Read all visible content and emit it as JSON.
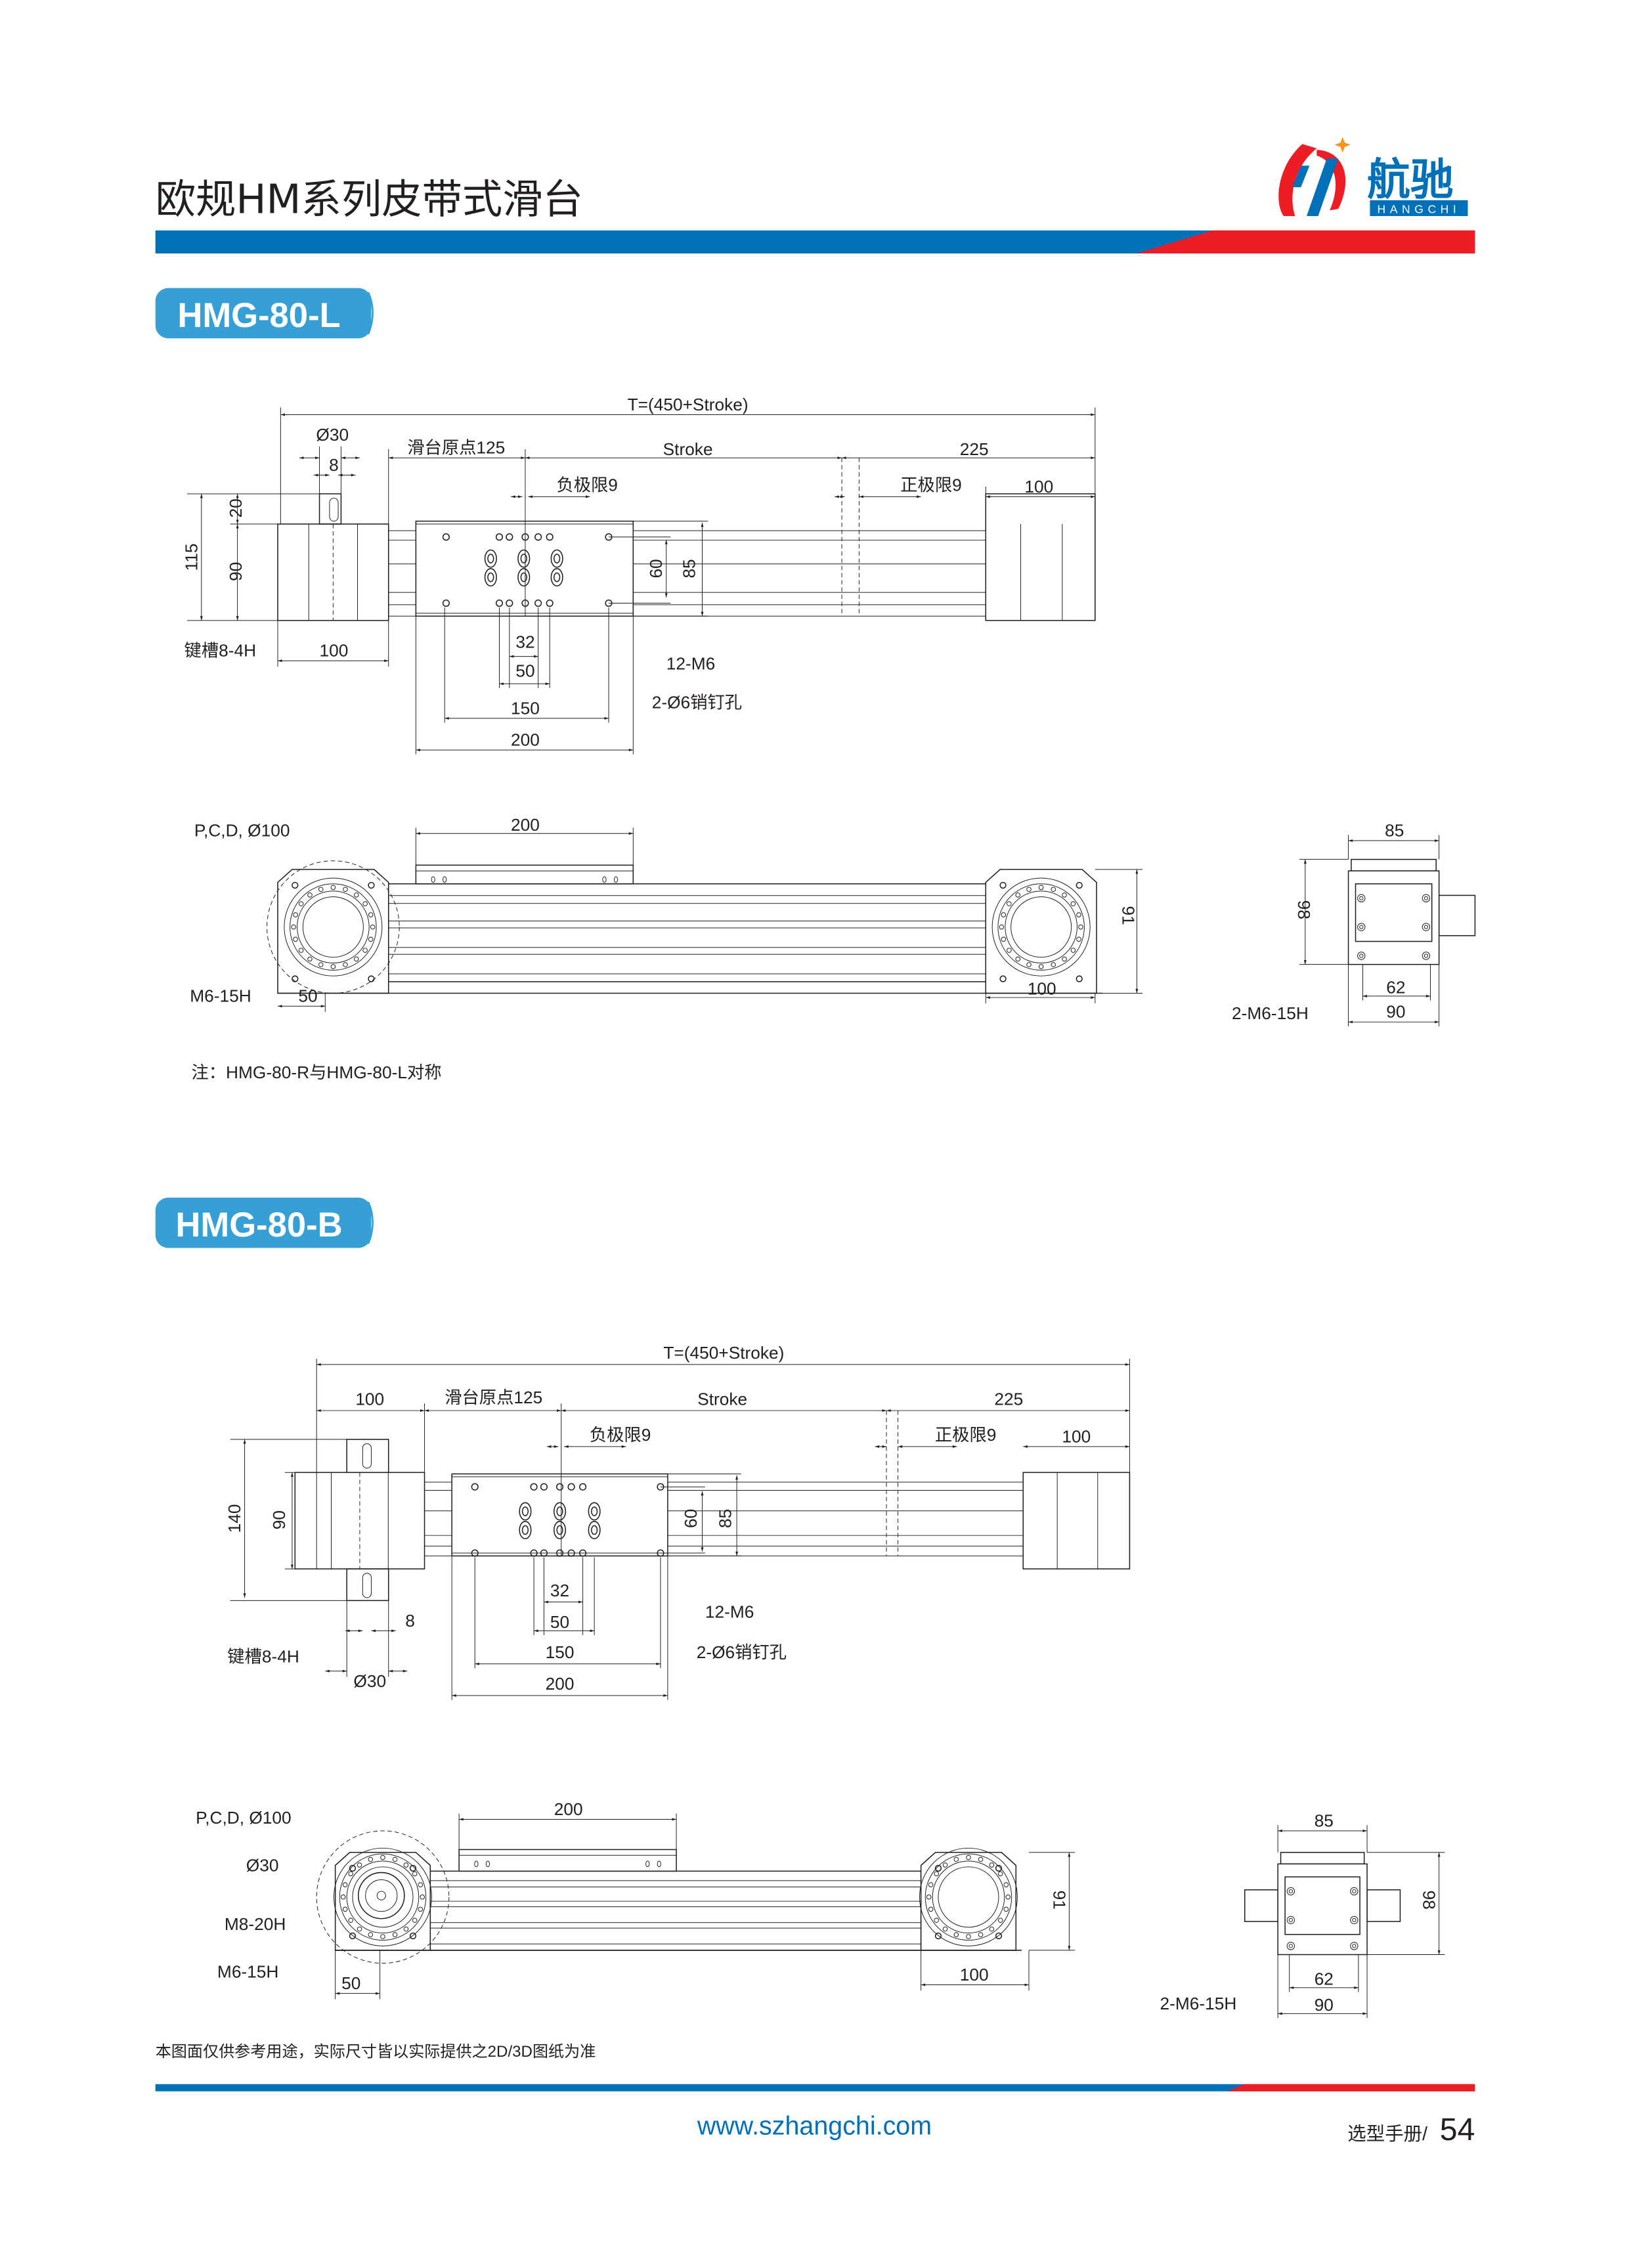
{
  "header": {
    "title": "欧规HM系列皮带式滑台",
    "logo_cn": "航驰",
    "logo_en": "HANGCHI",
    "colors": {
      "blue": "#0070b8",
      "red": "#ee1c25",
      "badge": "#36a0d6"
    }
  },
  "sections": [
    {
      "badge": "HMG-80-L",
      "top_view": {
        "total": "T=(450+Stroke)",
        "shaft_dia": "Ø30",
        "key_width": "8",
        "origin": "滑台原点125",
        "stroke": "Stroke",
        "end_len": "225",
        "neg_limit": "负极限9",
        "pos_limit": "正极限9",
        "end_block": "100",
        "h_total": "115",
        "h_shaft": "20",
        "h_body": "90",
        "h_60": "60",
        "h_85": "85",
        "w_32": "32",
        "w_50": "50",
        "w_150": "150",
        "w_200": "200",
        "tapped": "12-M6",
        "pin": "2-Ø6销钉孔",
        "keyway": "键槽8-4H",
        "motor_w": "100"
      },
      "side_view": {
        "carriage": "200",
        "pcd": "P,C,D, Ø100",
        "bolt": "M6-15H",
        "offset": "50",
        "height": "91",
        "end_block": "100"
      },
      "end_view": {
        "width": "85",
        "height": "98",
        "w_62": "62",
        "w_90": "90",
        "bolt": "2-M6-15H"
      },
      "note": "注：HMG-80-R与HMG-80-L对称"
    },
    {
      "badge": "HMG-80-B",
      "top_view": {
        "total": "T=(450+Stroke)",
        "motor_w": "100",
        "origin": "滑台原点125",
        "stroke": "Stroke",
        "end_len": "225",
        "neg_limit": "负极限9",
        "pos_limit": "正极限9",
        "end_block": "100",
        "h_total": "140",
        "h_body": "90",
        "h_60": "60",
        "h_85": "85",
        "w_32": "32",
        "w_50": "50",
        "w_150": "150",
        "w_200": "200",
        "tapped": "12-M6",
        "pin": "2-Ø6销钉孔",
        "keyway": "键槽8-4H",
        "key_width": "8",
        "shaft_dia": "Ø30"
      },
      "side_view": {
        "carriage": "200",
        "pcd": "P,C,D, Ø100",
        "shaft_dia": "Ø30",
        "thread": "M8-20H",
        "bolt": "M6-15H",
        "offset": "50",
        "height": "91",
        "end_block": "100"
      },
      "end_view": {
        "width": "85",
        "height": "98",
        "w_62": "62",
        "w_90": "90",
        "bolt": "2-M6-15H"
      }
    }
  ],
  "footer": {
    "disclaimer": "本图面仅供参考用途，实际尺寸皆以实际提供之2D/3D图纸为准",
    "url": "www.szhangchi.com",
    "page_label": "选型手册/",
    "page_number": "54"
  }
}
